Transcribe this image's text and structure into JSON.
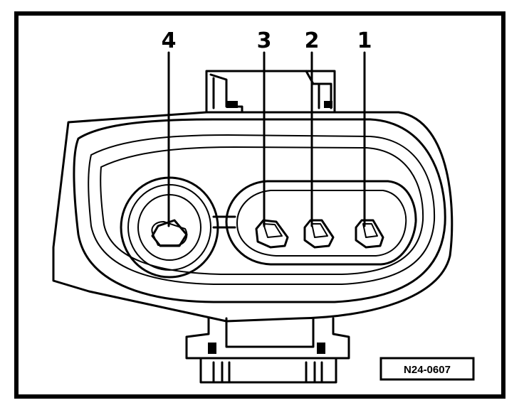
{
  "pin_labels": [
    "4",
    "3",
    "2",
    "1"
  ],
  "reference_code": "N24-0607"
}
